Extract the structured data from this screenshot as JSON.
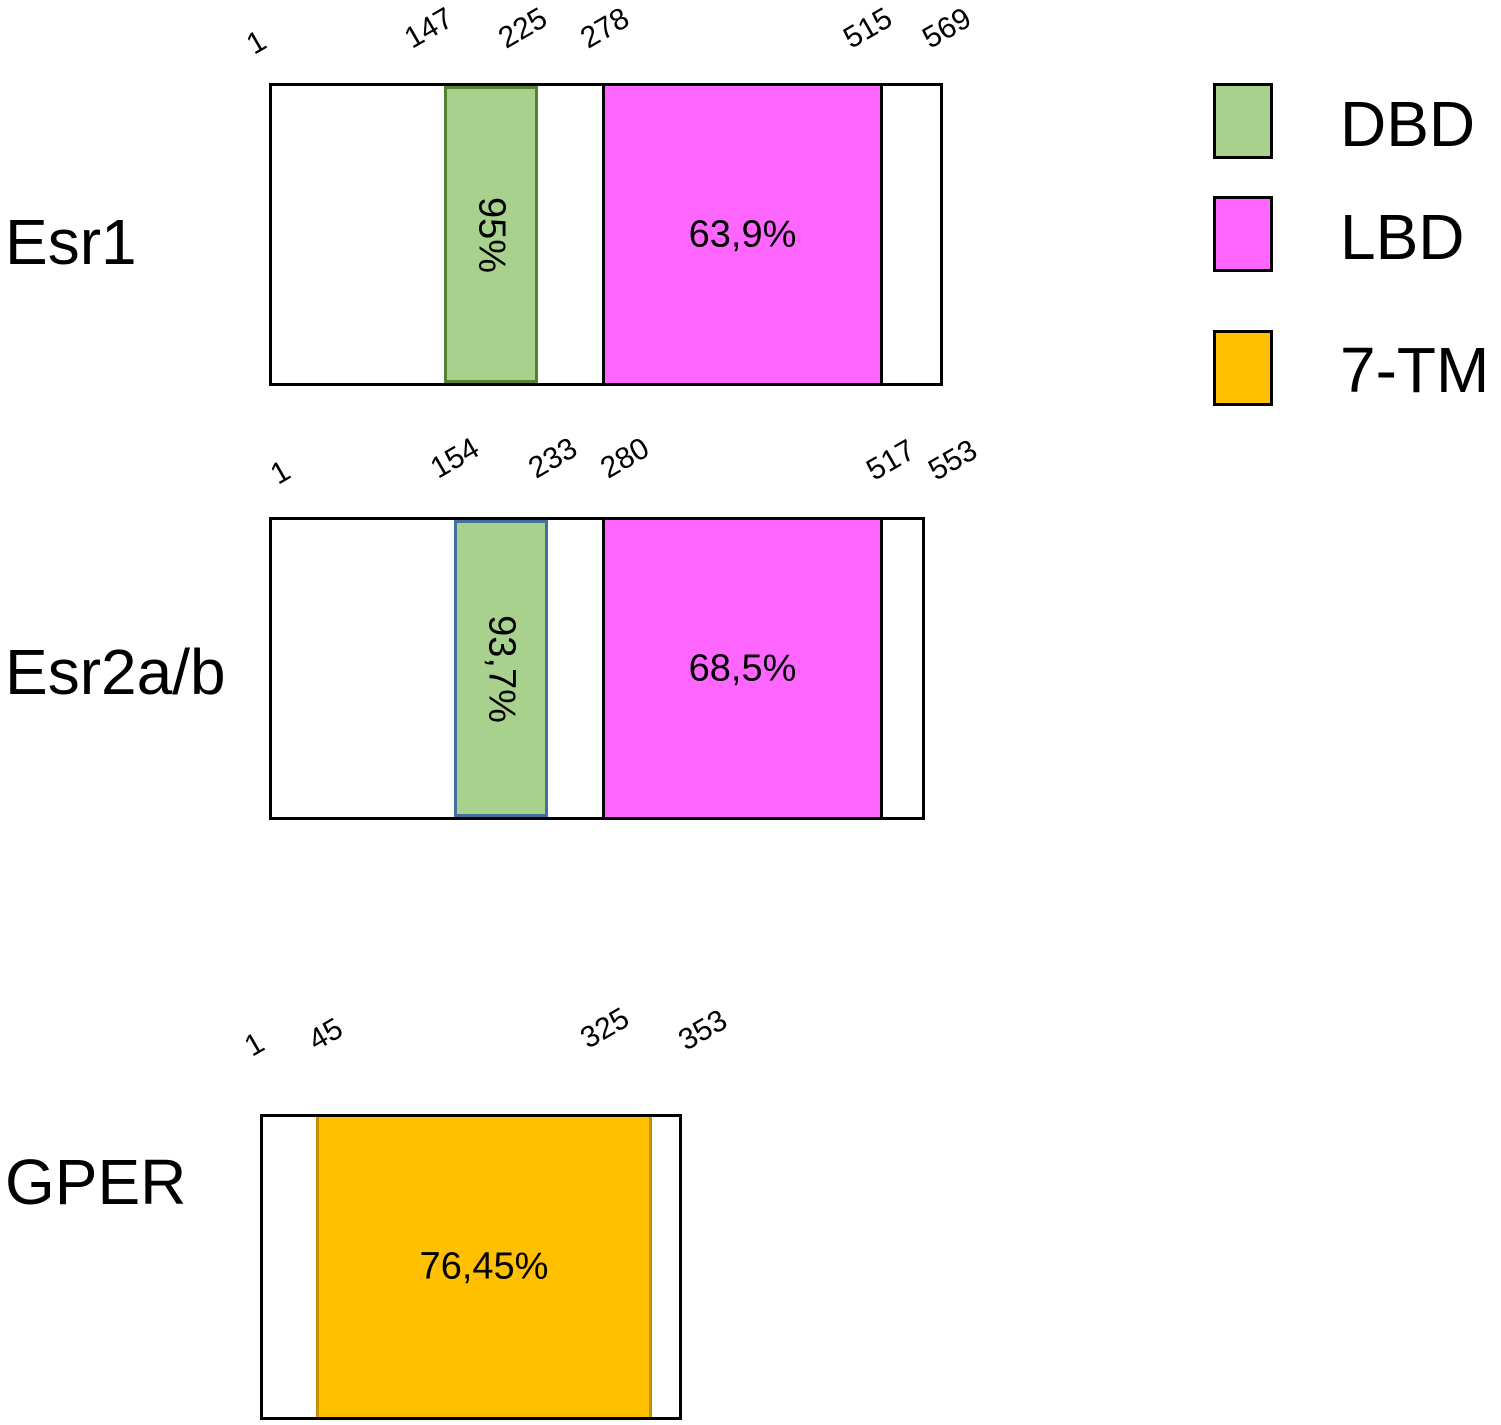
{
  "colors": {
    "dbd": "#a9d18e",
    "lbd": "#ff66ff",
    "tm": "#ffc000"
  },
  "legend": [
    {
      "label": "DBD",
      "color": "#a9d18e"
    },
    {
      "label": "LBD",
      "color": "#ff66ff"
    },
    {
      "label": "7-TM",
      "color": "#ffc000"
    }
  ],
  "proteins": [
    {
      "name": "Esr1",
      "positions": [
        "1",
        "147",
        "225",
        "278",
        "515",
        "569"
      ],
      "domains": [
        {
          "type": "DBD",
          "identity": "95%"
        },
        {
          "type": "LBD",
          "identity": "63,9%"
        }
      ]
    },
    {
      "name": "Esr2a/b",
      "positions": [
        "1",
        "154",
        "233",
        "280",
        "517",
        "553"
      ],
      "domains": [
        {
          "type": "DBD",
          "identity": "93,7%"
        },
        {
          "type": "LBD",
          "identity": "68,5%"
        }
      ]
    },
    {
      "name": "GPER",
      "positions": [
        "1",
        "45",
        "325",
        "353"
      ],
      "domains": [
        {
          "type": "7-TM",
          "identity": "76,45%"
        }
      ]
    }
  ]
}
